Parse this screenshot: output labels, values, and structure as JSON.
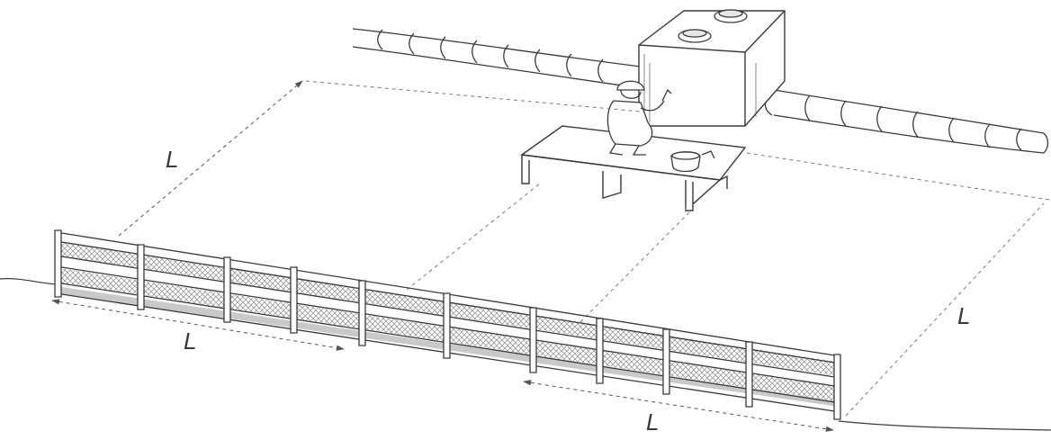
{
  "labels": {
    "L_top_left": "L",
    "L_fence_left": "L",
    "L_right": "L",
    "L_fence_right": "L"
  },
  "colors": {
    "ink": "#3a3a3a",
    "dashed": "#7a7a7a",
    "fence_shadow": "#c9c9c9",
    "mesh": "#8a8a8a",
    "background": "#ffffff"
  },
  "icons": {
    "worker": "worker-figure-icon",
    "bucket": "bucket-icon",
    "manhole": "manhole-cover-icon"
  }
}
